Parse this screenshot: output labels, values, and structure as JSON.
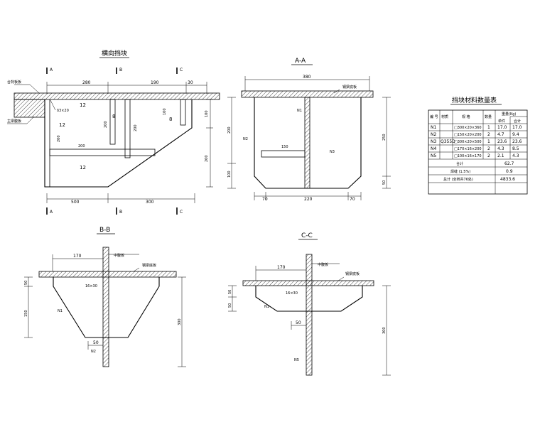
{
  "views": {
    "elevation": {
      "title": "横向挡块",
      "dims": {
        "top_left": "280",
        "top_right": "190",
        "top_end": "30",
        "bottom_left": "500",
        "bottom_right": "300",
        "v_left": "200",
        "v_mid": "100",
        "v_right_top": "100",
        "v_right_bot": "200",
        "h_inner": "200",
        "n3_h": "200",
        "small_200": "200"
      },
      "notes": {
        "n1": "台背板板",
        "n2": "主梁腹板",
        "weld_a": "δ3×20",
        "weld_b": "12",
        "weld_c": "12",
        "weld_d": "12",
        "weld_e": "8",
        "weld_f": "8"
      },
      "sections": {
        "a": "A",
        "b": "B",
        "c": "C"
      }
    },
    "section_aa": {
      "title": "A-A",
      "dims": {
        "top": "380",
        "left_v1": "200",
        "left_v2": "100",
        "right_v1": "250",
        "right_v2": "50",
        "b1": "70",
        "b2": "220",
        "b3": "70",
        "n4": "150"
      },
      "notes": {
        "plate": "钢梁底板",
        "n1": "N1",
        "n2": "N2",
        "n3": "N3"
      }
    },
    "section_bb": {
      "title": "B-B",
      "dims": {
        "top": "170",
        "left_v1": "50",
        "left_v2": "150",
        "right_v": "300",
        "bottom": "50",
        "weld": "16×30"
      },
      "notes": {
        "rib": "中腹板",
        "plate": "钢梁底板",
        "n1": "N1",
        "n2": "N2"
      }
    },
    "section_cc": {
      "title": "C-C",
      "dims": {
        "top": "170",
        "left_v1": "50",
        "left_v2": "50",
        "right_v": "300",
        "bottom": "50",
        "weld": "16×30"
      },
      "notes": {
        "rib": "中腹板",
        "plate": "钢梁底板",
        "n1": "N1",
        "n2": "N5"
      }
    }
  },
  "table": {
    "title": "挡块材料数量表",
    "headers": {
      "c1": "编 号",
      "c2": "材质",
      "c3": "规 格",
      "c4": "数量",
      "c5": "重量(Kg)",
      "c5a": "单件",
      "c5b": "合计"
    },
    "material": "Q355D",
    "rows": [
      {
        "no": "N1",
        "spec": "□300×20×360",
        "qty": "1",
        "unit": "17.0",
        "total": "17.0"
      },
      {
        "no": "N2",
        "spec": "□150×20×200",
        "qty": "2",
        "unit": "4.7",
        "total": "9.4"
      },
      {
        "no": "N3",
        "spec": "□300×20×500",
        "qty": "1",
        "unit": "23.6",
        "total": "23.6"
      },
      {
        "no": "N4",
        "spec": "□170×16×200",
        "qty": "2",
        "unit": "4.3",
        "total": "8.5"
      },
      {
        "no": "N5",
        "spec": "□100×16×170",
        "qty": "2",
        "unit": "2.1",
        "total": "4.3"
      }
    ],
    "sum_label": "合计",
    "sum_value": "62.7",
    "weld_label": "焊缝 (1.5%)",
    "weld_value": "0.9",
    "grand_label": "总计 (全桥共76处)",
    "grand_value": "4833.6"
  }
}
